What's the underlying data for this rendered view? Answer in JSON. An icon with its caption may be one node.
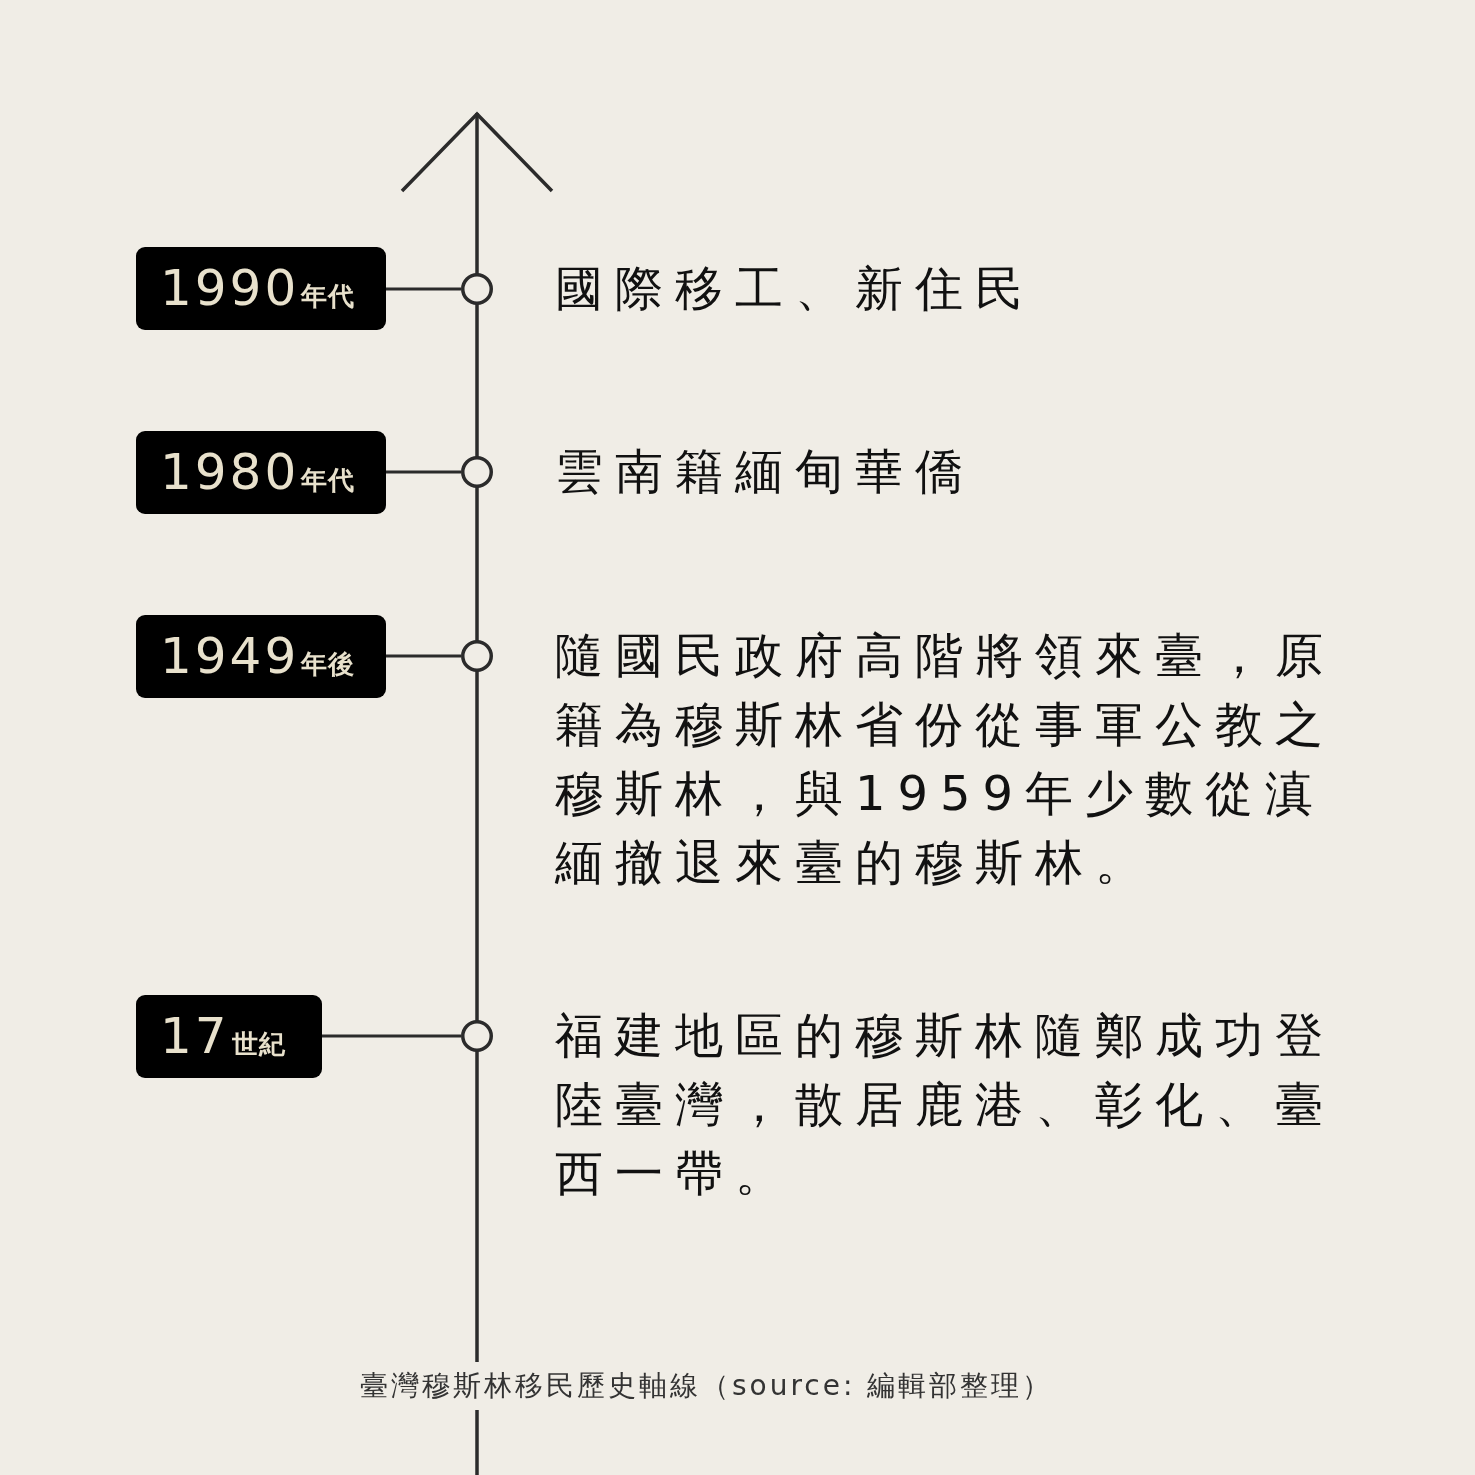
{
  "diagram": {
    "caption": "臺灣穆斯林移民歷史軸線（source: 編輯部整理）",
    "nodes": [
      {
        "text": [
          "1990",
          "年代"
        ]
      },
      {
        "text": [],
        "shape": "circle",
        "beside": [
          "國際移工、新住民"
        ]
      },
      {
        "text": [
          "1980",
          "年代"
        ]
      },
      {
        "text": [],
        "shape": "circle",
        "beside": [
          "雲南籍緬甸華僑"
        ]
      },
      {
        "text": [
          "1949",
          "年後"
        ]
      },
      {
        "text": [],
        "shape": "circle",
        "beside": [
          "隨國民政府高階將領來臺，原籍為穆斯林省份從事軍公教之穆斯林，與1959年少數從滇緬撤退來臺的穆斯林。"
        ]
      },
      {
        "text": [
          "17",
          "世紀"
        ]
      },
      {
        "text": [],
        "shape": "circle",
        "beside": [
          "福建地區的穆斯林隨鄭成功登陸臺灣，散居鹿港、彰化、臺西一帶。"
        ]
      }
    ],
    "edges": [
      {
        "from": 0,
        "to": 1,
        "arrow": "none"
      },
      {
        "from": 2,
        "to": 3,
        "arrow": "none"
      },
      {
        "from": 4,
        "to": 5,
        "arrow": "none"
      },
      {
        "from": 6,
        "to": 7,
        "arrow": "none"
      }
    ]
  }
}
